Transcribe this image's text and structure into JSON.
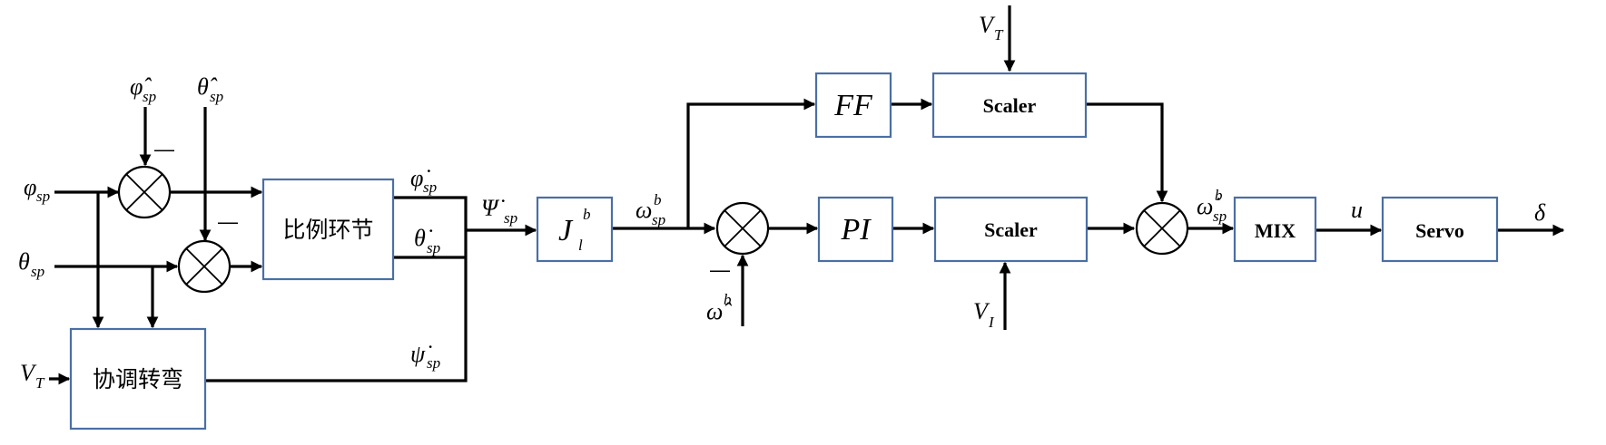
{
  "blocks": {
    "proportional": "比例环节",
    "coordinated_turn": "协调转弯",
    "jacobian": {
      "main": "J",
      "sup": "b",
      "sub": "l"
    },
    "ff": "FF",
    "scaler_top": "Scaler",
    "pi": "PI",
    "scaler_mid": "Scaler",
    "mix": "MIX",
    "servo": "Servo"
  },
  "signals": {
    "phi_hat_sp": {
      "main": "φ̂",
      "sub": "sp"
    },
    "theta_hat_sp": {
      "main": "θ̂",
      "sub": "sp"
    },
    "phi_sp": {
      "main": "φ",
      "sub": "sp"
    },
    "theta_sp": {
      "main": "θ",
      "sub": "sp"
    },
    "vt_left": {
      "main": "V",
      "sub": "T"
    },
    "phi_dot_sp": {
      "main": "φ̇",
      "sub": "sp"
    },
    "theta_dot_sp": {
      "main": "θ̇",
      "sub": "sp"
    },
    "psi_dot_sp": {
      "main": "ψ̇",
      "sub": "sp"
    },
    "Psi_dot_sp": {
      "main": "Ψ̇",
      "sub": "sp"
    },
    "omega_sp_b": {
      "main": "ω",
      "sup": "b",
      "sub": "sp"
    },
    "omega_hat_b": {
      "main": "ω̂",
      "sup": "b"
    },
    "vt_top": {
      "main": "V",
      "sub": "T"
    },
    "vi": {
      "main": "V",
      "sub": "I"
    },
    "omega_dot_sp_b": {
      "main": "ω̇",
      "sup": "b",
      "sub": "sp"
    },
    "u": "u",
    "delta": "δ"
  },
  "minus_sign": "—"
}
